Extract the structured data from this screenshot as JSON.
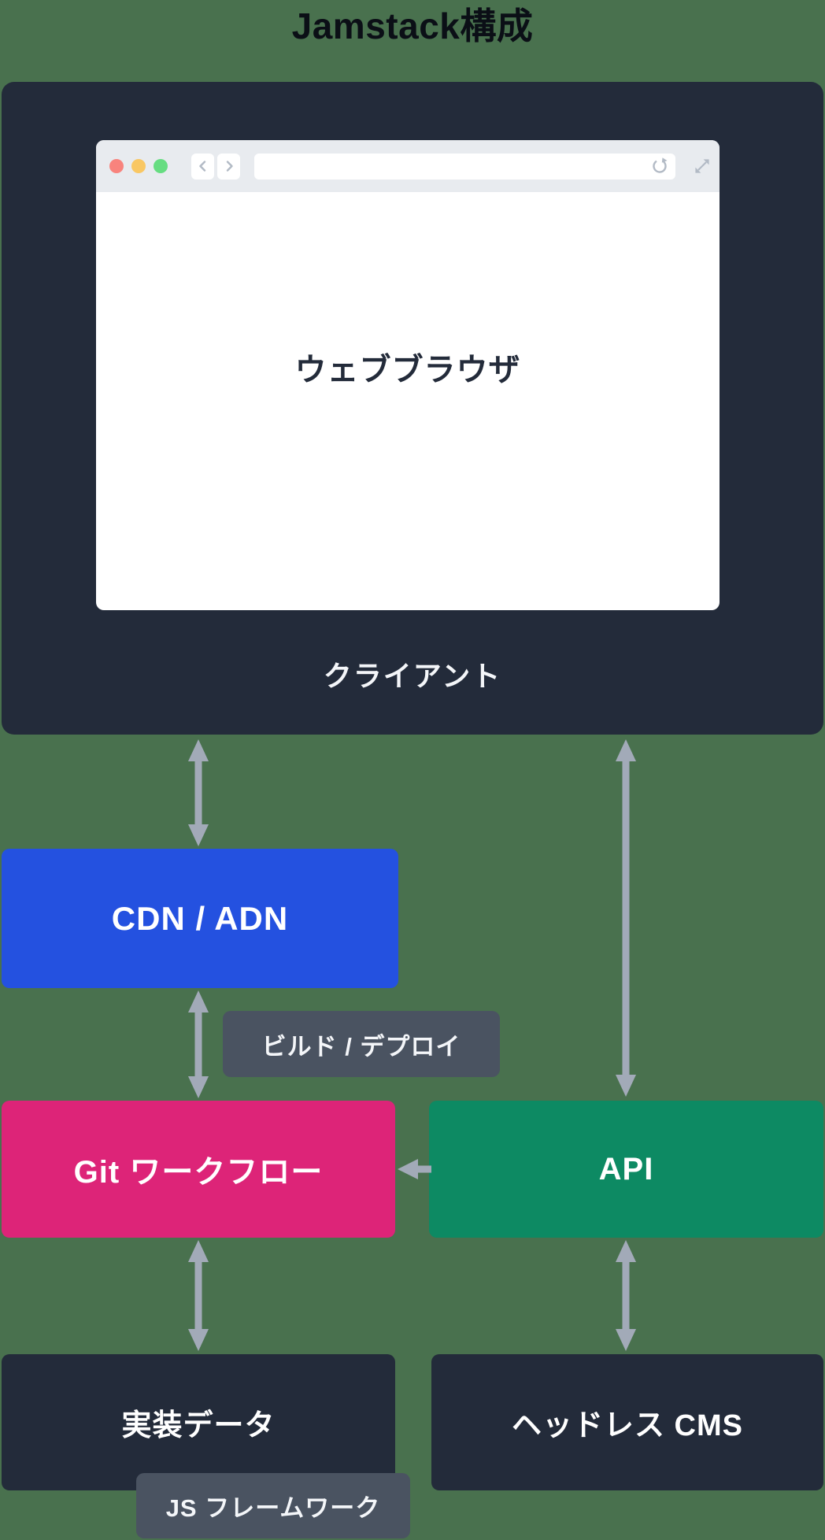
{
  "title": "Jamstack構成",
  "client_section": {
    "label": "クライアント",
    "browser": {
      "page_text": "ウェブブラウザ",
      "url_value": "",
      "icons": [
        "close-icon",
        "minimize-icon",
        "zoom-icon",
        "back-icon",
        "forward-icon",
        "reload-icon",
        "expand-icon"
      ]
    }
  },
  "nodes": {
    "cdn": {
      "label": "CDN / ADN",
      "color": "#2451E0"
    },
    "git": {
      "label": "Git ワークフロー",
      "color": "#DD2478"
    },
    "api": {
      "label": "API",
      "color": "#0D8A63"
    },
    "impl_data": {
      "label": "実装データ",
      "color": "#232B3A"
    },
    "cms": {
      "label": "ヘッドレス CMS",
      "color": "#232B3A"
    }
  },
  "badges": {
    "build_deploy": "ビルド / デプロイ",
    "js_framework": "JS フレームワーク"
  },
  "connections": [
    {
      "from": "client",
      "to": "cdn",
      "style": "double-headed"
    },
    {
      "from": "client",
      "to": "api",
      "style": "double-headed"
    },
    {
      "from": "cdn",
      "to": "git",
      "style": "double-headed"
    },
    {
      "from": "api",
      "to": "git",
      "style": "single-headed-left"
    },
    {
      "from": "git",
      "to": "impl_data",
      "style": "double-headed"
    },
    {
      "from": "api",
      "to": "cms",
      "style": "double-headed"
    }
  ],
  "colors": {
    "background": "#49714E",
    "panel_dark": "#232B3A",
    "arrow_gray": "#A2AAB8",
    "badge_gray": "#4A5361",
    "toolbar_gray": "#E8EBEF",
    "traffic_red": "#F8837D",
    "traffic_yellow": "#F9C763",
    "traffic_green": "#66DD81",
    "chrome_icon_gray": "#B2BAC5",
    "title_text": "#0B0F16",
    "white_text": "#FFFFFF"
  }
}
